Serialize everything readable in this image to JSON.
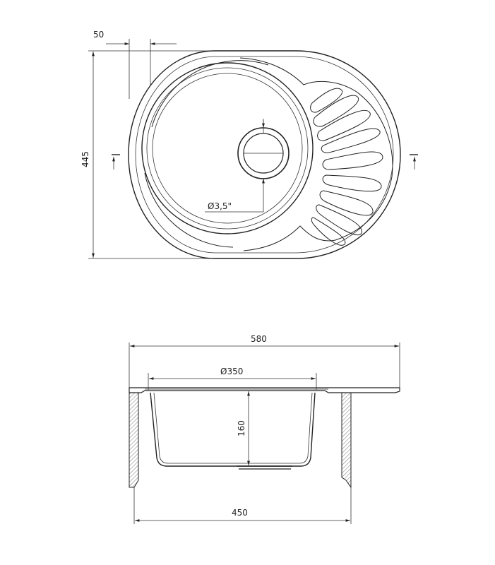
{
  "top_view": {
    "dim_top_offset": "50",
    "dim_height": "445",
    "drain_label": "Ø3,5\""
  },
  "section_view": {
    "dim_overall_width": "580",
    "dim_bowl_diameter": "Ø350",
    "dim_depth": "160",
    "dim_cutout_width": "450"
  },
  "colors": {
    "line": "#222222",
    "hatch": "#555555"
  }
}
